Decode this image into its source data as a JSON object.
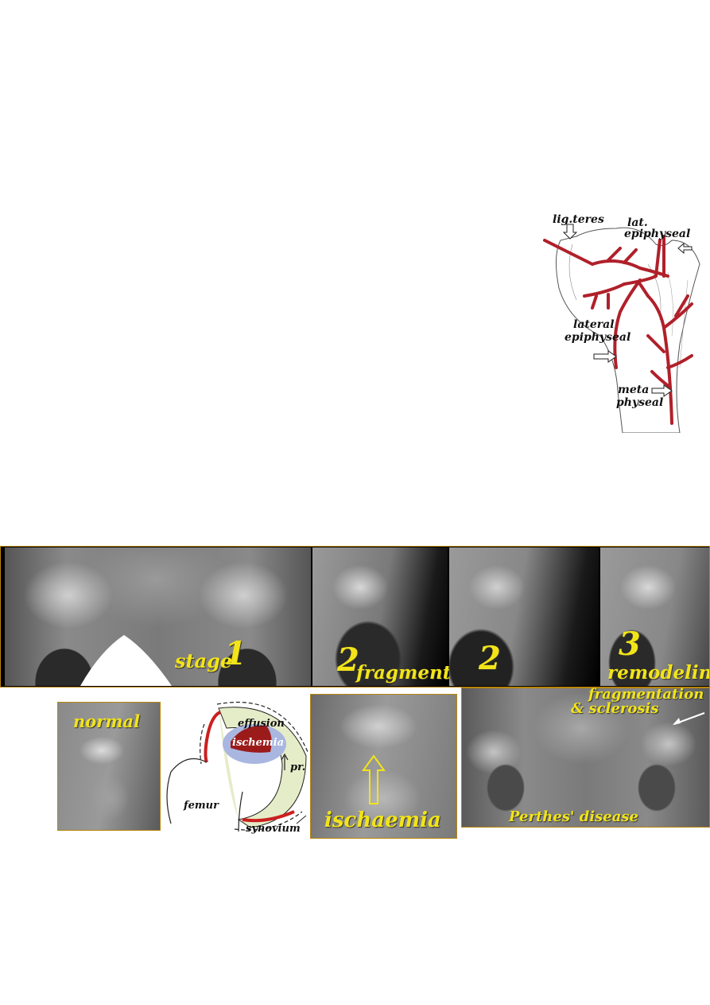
{
  "vascular_diagram": {
    "labels": {
      "lig_teres": "lig.teres",
      "lat": "lat.",
      "epiphyseal_top": "epiphyseal",
      "lateral": "lateral",
      "epiphyseal_mid": "epiphyseal",
      "meta": "meta",
      "physeal": "physeal"
    },
    "vessel_color": "#b0202a"
  },
  "stages_strip": {
    "stage1_word": "stage",
    "stage1_num": "1",
    "stage2a_num": "2",
    "fragmentation": "fragmentation",
    "stage2b_num": "2",
    "stage3_num": "3",
    "remodeling": "remodeling"
  },
  "normal_panel": {
    "label": "normal"
  },
  "schematic": {
    "effusion": "effusion",
    "ischemia": "ischemia",
    "pr": "pr.",
    "femur": "femur",
    "synovium": "synovium"
  },
  "ischaemia_panel": {
    "label": "ischaemia"
  },
  "perthes_panel": {
    "fragmentation": "fragmentation",
    "sclerosis": "& sclerosis",
    "caption": "Perthes' disease"
  },
  "colors": {
    "label_yellow": "#f2e418",
    "frame_gold": "#b8860b"
  }
}
